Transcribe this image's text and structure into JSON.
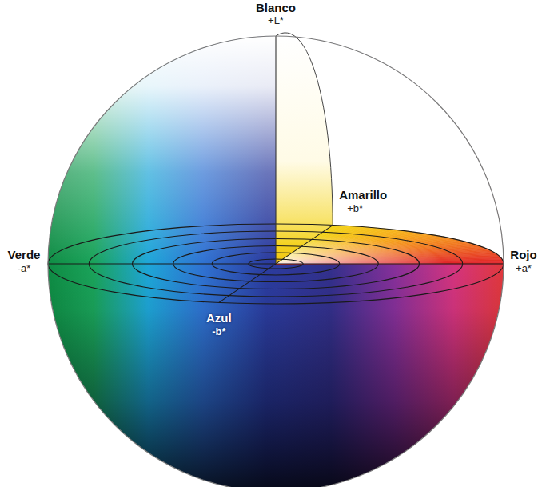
{
  "diagram": {
    "labels": [
      "Blanco",
      "+L*",
      "Amarillo",
      "+b*",
      "Verde",
      "-a*",
      "Rojo",
      "+a*",
      "Azul",
      "-b*"
    ]
  }
}
